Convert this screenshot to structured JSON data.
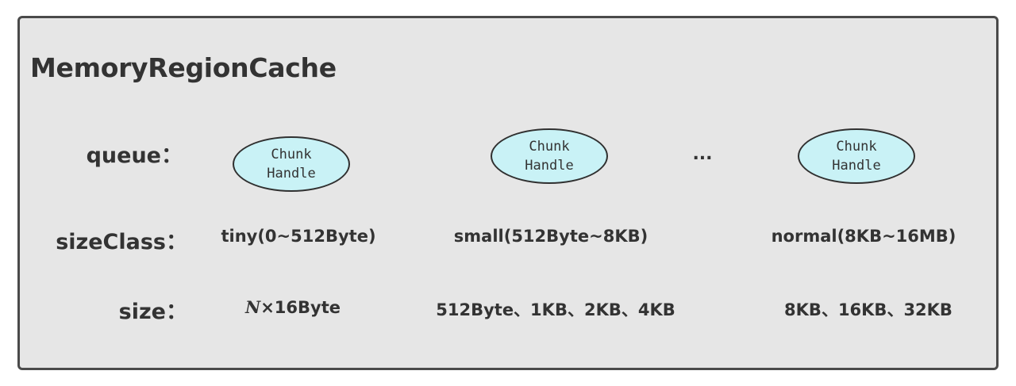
{
  "title": "MemoryRegionCache",
  "rows": {
    "queue": "queue：",
    "sizeClass": "sizeClass：",
    "size": "size："
  },
  "queue_nodes": [
    {
      "line1": "Chunk",
      "line2": "Handle"
    },
    {
      "line1": "Chunk",
      "line2": "Handle"
    },
    {
      "line1": "Chunk",
      "line2": "Handle"
    }
  ],
  "ellipsis": "...",
  "size_classes": [
    "tiny(0~512Byte)",
    "small(512Byte~8KB)",
    "normal(8KB~16MB)"
  ],
  "sizes": {
    "tiny_symbol": "N",
    "tiny_rest": "×16Byte",
    "small": "512Byte、1KB、2KB、4KB",
    "normal": "8KB、16KB、32KB"
  },
  "colors": {
    "node_fill": "#c9f2f6",
    "panel_fill": "#e6e6e6",
    "panel_border": "#4a4a4a"
  }
}
